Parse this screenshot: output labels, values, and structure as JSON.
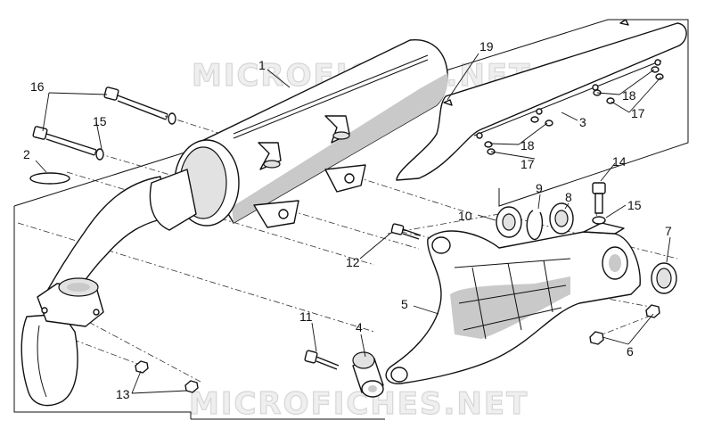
{
  "watermark": "MICROFICHES.NET",
  "callouts": {
    "c1": "1",
    "c2": "2",
    "c3": "3",
    "c4": "4",
    "c5": "5",
    "c6": "6",
    "c7": "7",
    "c8": "8",
    "c9": "9",
    "c10": "10",
    "c11": "11",
    "c12": "12",
    "c13": "13",
    "c14": "14",
    "c15a": "15",
    "c15b": "15",
    "c16": "16",
    "c17a": "17",
    "c17b": "17",
    "c18a": "18",
    "c18b": "18",
    "c19": "19"
  }
}
